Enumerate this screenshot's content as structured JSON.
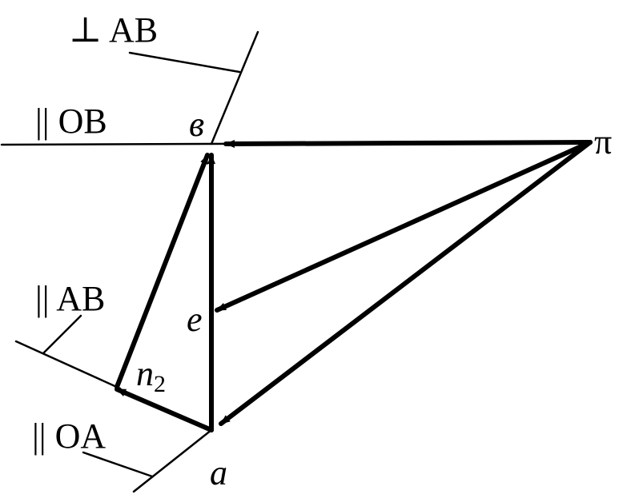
{
  "labels": {
    "perp_ab": "⊥ AB",
    "par_ob": "|| OB",
    "par_ab": "|| AB",
    "par_oa": "|| OA",
    "point_b": "в",
    "point_pi": "π",
    "point_e": "e",
    "point_n2_base": "n",
    "point_n2_sub": "2",
    "point_a": "a"
  },
  "colors": {
    "ink": "#000000",
    "background": "#ffffff"
  }
}
